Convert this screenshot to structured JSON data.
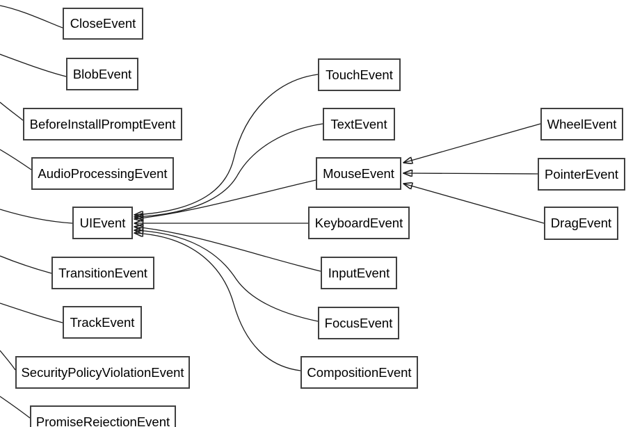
{
  "diagram": {
    "type": "class-hierarchy-graph",
    "description": "DOM Event class inheritance diagram (arrows point from subclass to superclass; left-edge curves run to a parent node off-screen left)",
    "background_color": "#ffffff",
    "node_fill": "#ffffff",
    "node_border_color": "#404040",
    "edge_color": "#1a1a1a",
    "text_color": "#000000",
    "nodes": [
      {
        "id": "CloseEvent",
        "label": "CloseEvent"
      },
      {
        "id": "BlobEvent",
        "label": "BlobEvent"
      },
      {
        "id": "BeforeInstallPromptEvent",
        "label": "BeforeInstallPromptEvent"
      },
      {
        "id": "AudioProcessingEvent",
        "label": "AudioProcessingEvent"
      },
      {
        "id": "UIEvent",
        "label": "UIEvent"
      },
      {
        "id": "TransitionEvent",
        "label": "TransitionEvent"
      },
      {
        "id": "TrackEvent",
        "label": "TrackEvent"
      },
      {
        "id": "SecurityPolicyViolationEvent",
        "label": "SecurityPolicyViolationEvent"
      },
      {
        "id": "PromiseRejectionEvent",
        "label": "PromiseRejectionEvent"
      },
      {
        "id": "TouchEvent",
        "label": "TouchEvent"
      },
      {
        "id": "TextEvent",
        "label": "TextEvent"
      },
      {
        "id": "MouseEvent",
        "label": "MouseEvent"
      },
      {
        "id": "KeyboardEvent",
        "label": "KeyboardEvent"
      },
      {
        "id": "InputEvent",
        "label": "InputEvent"
      },
      {
        "id": "FocusEvent",
        "label": "FocusEvent"
      },
      {
        "id": "CompositionEvent",
        "label": "CompositionEvent"
      },
      {
        "id": "WheelEvent",
        "label": "WheelEvent"
      },
      {
        "id": "PointerEvent",
        "label": "PointerEvent"
      },
      {
        "id": "DragEvent",
        "label": "DragEvent"
      }
    ],
    "edges": [
      {
        "from": "TouchEvent",
        "to": "UIEvent"
      },
      {
        "from": "TextEvent",
        "to": "UIEvent"
      },
      {
        "from": "MouseEvent",
        "to": "UIEvent"
      },
      {
        "from": "KeyboardEvent",
        "to": "UIEvent"
      },
      {
        "from": "InputEvent",
        "to": "UIEvent"
      },
      {
        "from": "FocusEvent",
        "to": "UIEvent"
      },
      {
        "from": "CompositionEvent",
        "to": "UIEvent"
      },
      {
        "from": "WheelEvent",
        "to": "MouseEvent"
      },
      {
        "from": "PointerEvent",
        "to": "MouseEvent"
      },
      {
        "from": "DragEvent",
        "to": "MouseEvent"
      },
      {
        "from": "CloseEvent",
        "to": "offscreen-left"
      },
      {
        "from": "BlobEvent",
        "to": "offscreen-left"
      },
      {
        "from": "BeforeInstallPromptEvent",
        "to": "offscreen-left"
      },
      {
        "from": "AudioProcessingEvent",
        "to": "offscreen-left"
      },
      {
        "from": "UIEvent",
        "to": "offscreen-left"
      },
      {
        "from": "TransitionEvent",
        "to": "offscreen-left"
      },
      {
        "from": "TrackEvent",
        "to": "offscreen-left"
      },
      {
        "from": "SecurityPolicyViolationEvent",
        "to": "offscreen-left"
      },
      {
        "from": "PromiseRejectionEvent",
        "to": "offscreen-left"
      }
    ]
  }
}
